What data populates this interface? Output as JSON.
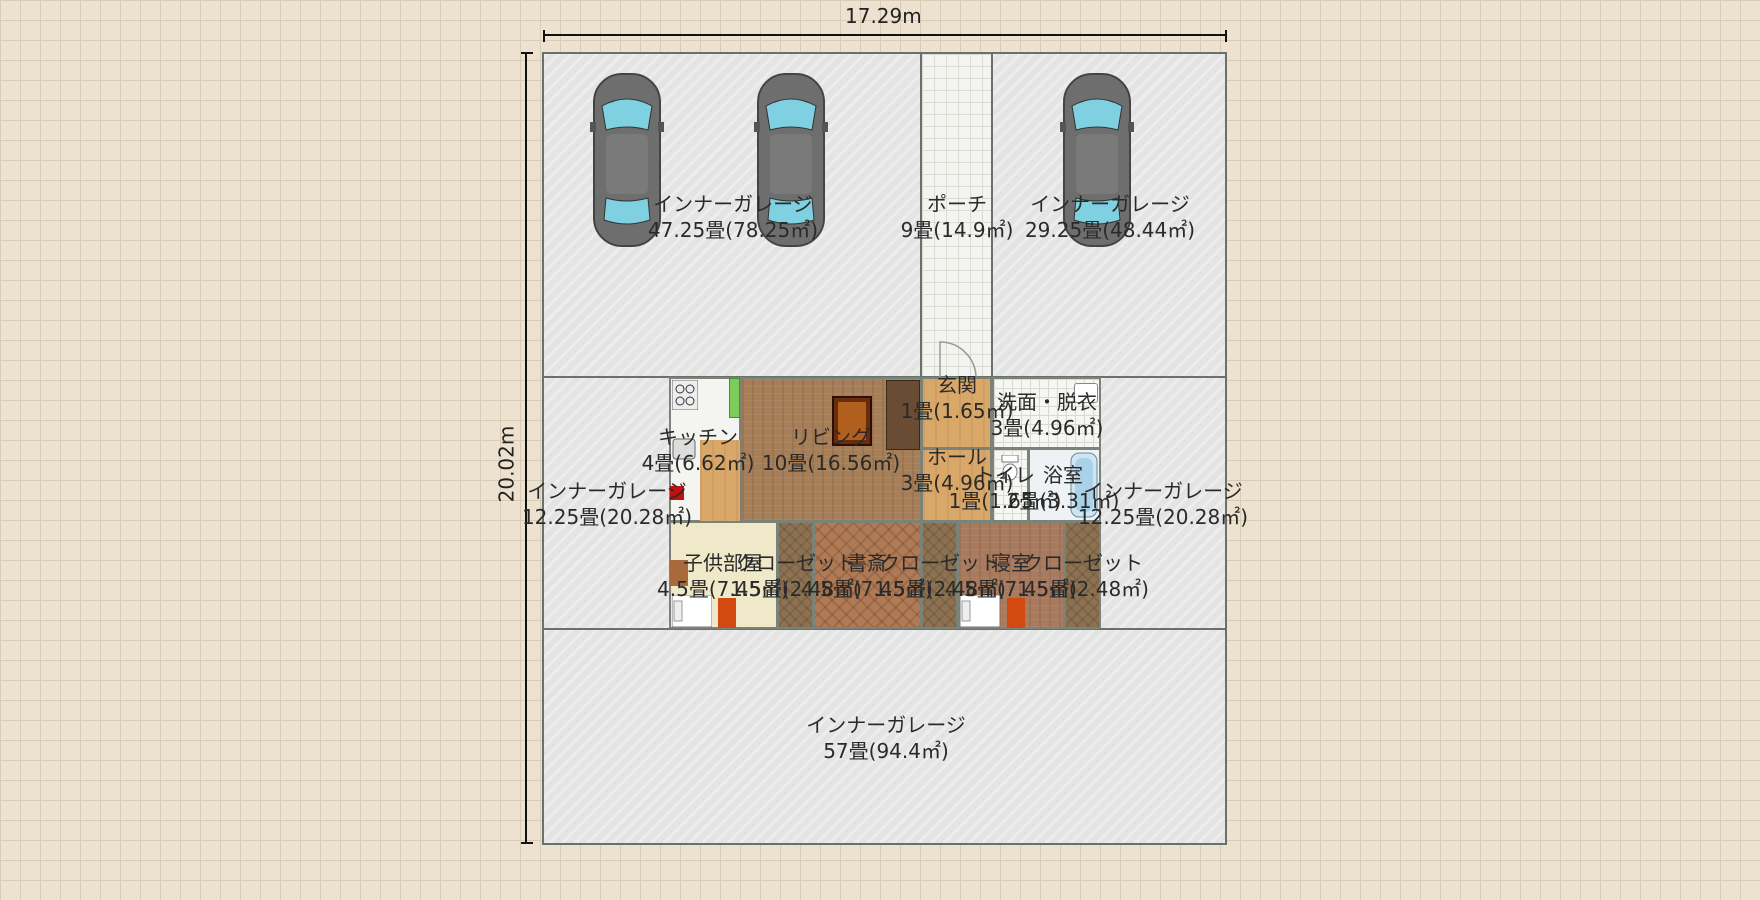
{
  "dimensions": {
    "width_label": "17.29m",
    "height_label": "20.02m"
  },
  "rooms": {
    "garage_top_left": {
      "name": "インナーガレージ",
      "area": "47.25畳(78.25㎡)"
    },
    "porch": {
      "name": "ポーチ",
      "area": "9畳(14.9㎡)"
    },
    "garage_top_right": {
      "name": "インナーガレージ",
      "area": "29.25畳(48.44㎡)"
    },
    "entrance": {
      "name": "玄関",
      "area": "1畳(1.65㎡)"
    },
    "washroom": {
      "name": "洗面・脱衣",
      "area": "3畳(4.96㎡)"
    },
    "kitchen": {
      "name": "キッチン",
      "area": "4畳(6.62㎡)"
    },
    "living": {
      "name": "リビング",
      "area": "10畳(16.56㎡)"
    },
    "hall": {
      "name": "ホール",
      "area": "3畳(4.96㎡)"
    },
    "toilet": {
      "name": "トイレ",
      "area": "1畳(1.65㎡)"
    },
    "bath": {
      "name": "浴室",
      "area": "2畳(3.31㎡)"
    },
    "garage_mid_left": {
      "name": "インナーガレージ",
      "area": "12.25畳(20.28㎡)"
    },
    "garage_mid_right": {
      "name": "インナーガレージ",
      "area": "12.25畳(20.28㎡)"
    },
    "kids_room": {
      "name": "子供部屋",
      "area": "4.5畳(7.45㎡)"
    },
    "closet_1": {
      "name": "クローゼット",
      "area": "1.5畳(2.48㎡)"
    },
    "study": {
      "name": "書斎",
      "area": "4.5畳(7.45㎡)"
    },
    "closet_2": {
      "name": "クローゼット",
      "area": "1.5畳(2.48㎡)"
    },
    "bedroom": {
      "name": "寝室",
      "area": "4.5畳(7.45㎡)"
    },
    "closet_3": {
      "name": "クローゼット",
      "area": "1.5畳(2.48㎡)"
    },
    "garage_bottom": {
      "name": "インナーガレージ",
      "area": "57畳(94.4㎡)"
    }
  },
  "colors": {
    "grid_background": "#ede2cf",
    "garage_floor": "#e4e4e4",
    "wall": "#6a706a",
    "car_body": "#6e6e6e",
    "car_glass": "#7fd0e0"
  },
  "icons": [
    "car-icon",
    "stove-icon",
    "sink-icon",
    "table-icon",
    "bed-icon",
    "bathtub-icon",
    "toilet-icon",
    "door-swing-icon"
  ]
}
